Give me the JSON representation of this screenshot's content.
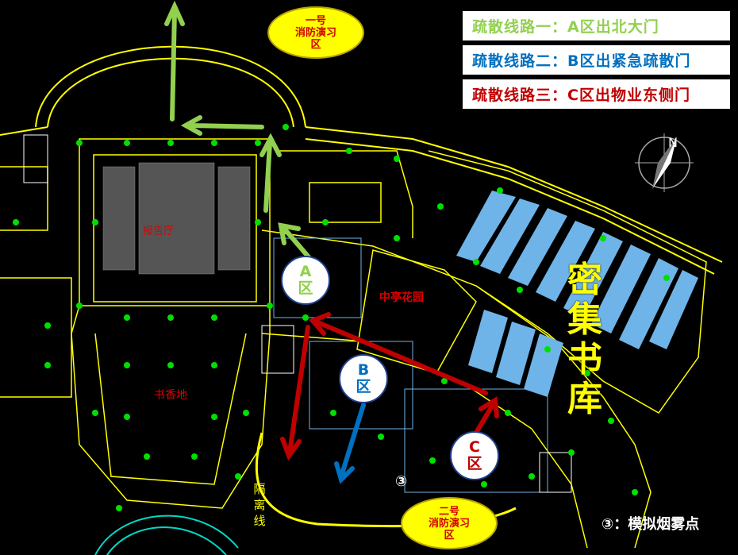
{
  "legend": {
    "route1": {
      "text": "疏散线路一：A区出北大门",
      "color": "#92d050"
    },
    "route2": {
      "text": "疏散线路二：B区出紧急疏散门",
      "color": "#0070c0"
    },
    "route3": {
      "text": "疏散线路三：C区出物业东侧门",
      "color": "#c00000"
    }
  },
  "drill_zones": {
    "zone1": {
      "line1": "一号",
      "line2": "消防演习",
      "line3": "区"
    },
    "zone2": {
      "line1": "二号",
      "line2": "消防演习",
      "line3": "区"
    }
  },
  "areas": {
    "a": {
      "letter": "A",
      "suffix": "区",
      "color": "#92d050"
    },
    "b": {
      "letter": "B",
      "suffix": "区",
      "color": "#0070c0"
    },
    "c": {
      "letter": "C",
      "suffix": "区",
      "color": "#c00000"
    }
  },
  "plan_labels": {
    "hall": "报告厅",
    "garden": "中亭花园",
    "bookland": "书香地"
  },
  "dense_stacks": [
    "密",
    "集",
    "书",
    "库"
  ],
  "isolation_line": [
    "隔",
    "离",
    "线"
  ],
  "smoke": {
    "marker": "③",
    "legend": "③：模拟烟雾点"
  },
  "north_label": "N",
  "colors": {
    "plan_line": "#ffff00",
    "column": "#00e000",
    "shelf": "#6fb4e8"
  }
}
